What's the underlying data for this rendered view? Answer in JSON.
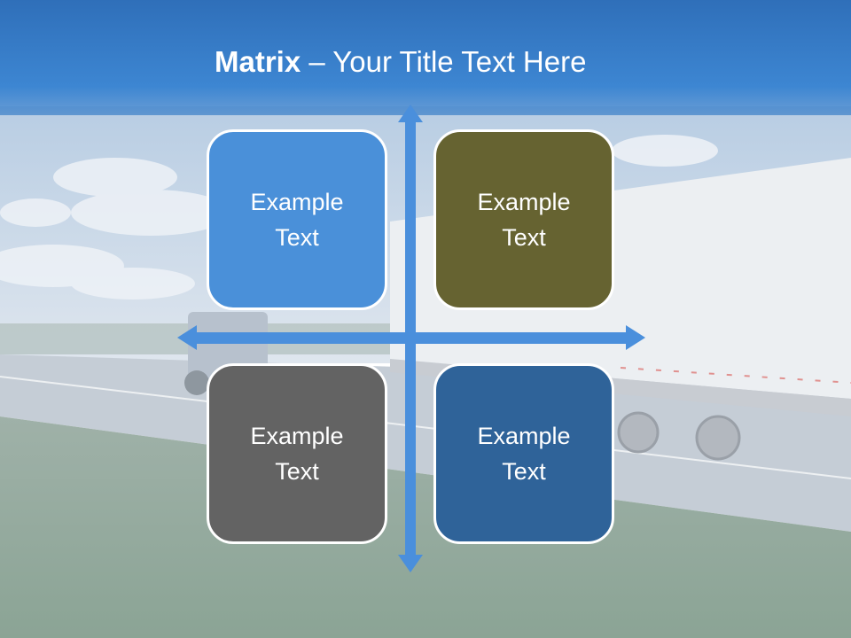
{
  "slide": {
    "title_bold": "Matrix",
    "title_rest": " – Your Title Text Here"
  },
  "matrix": {
    "quadrants": [
      {
        "text": "Example Text",
        "color": "#4a90d9"
      },
      {
        "text": "Example Text",
        "color": "#666331"
      },
      {
        "text": "Example Text",
        "color": "#636363"
      },
      {
        "text": "Example Text",
        "color": "#2f6399"
      }
    ],
    "arrow_color": "#4a8fdc"
  },
  "colors": {
    "header": "#3a7fcb",
    "sky": "#dce6f0",
    "grass": "#8fa99a"
  }
}
